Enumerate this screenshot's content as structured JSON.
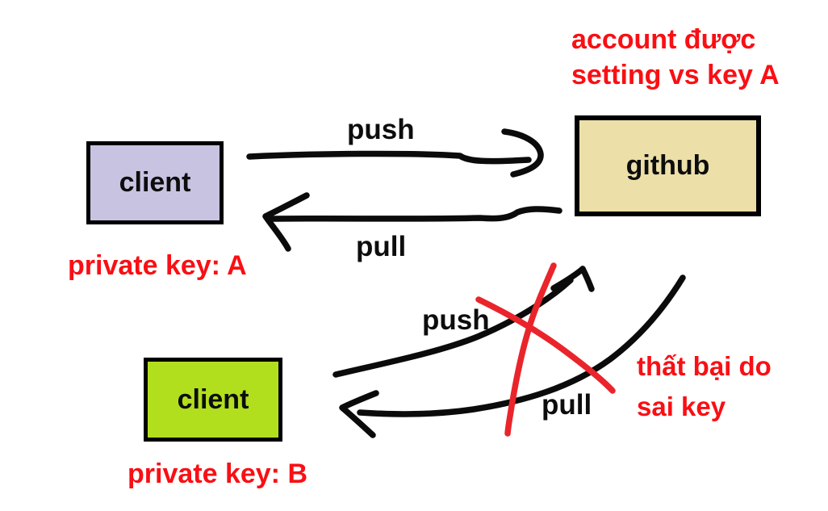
{
  "boxes": {
    "client_a": {
      "label": "client"
    },
    "github": {
      "label": "github"
    },
    "client_b": {
      "label": "client"
    }
  },
  "labels": {
    "push_top": "push",
    "pull_top": "pull",
    "push_bottom": "push",
    "pull_bottom": "pull"
  },
  "notes": {
    "account_line1": "account được",
    "account_line2": "setting vs key A",
    "private_key_a": "private key: A",
    "private_key_b": "private key: B",
    "failure_line1": "thất bại do",
    "failure_line2": "sai key"
  },
  "icons": {
    "push_arrow_top": "right-arrow-icon",
    "pull_arrow_top": "left-arrow-icon",
    "push_arrow_bottom": "curved-up-right-arrow-icon",
    "pull_arrow_bottom": "curved-down-left-arrow-icon",
    "failure_cross": "red-x-cross-icon"
  },
  "colors": {
    "note_red": "#f90f14",
    "cross_red": "#e9252b",
    "arrow_black": "#0b0b0b",
    "client_a_fill": "#c9c3e2",
    "github_fill": "#ecdfa8",
    "client_b_fill": "#b2df1d"
  }
}
